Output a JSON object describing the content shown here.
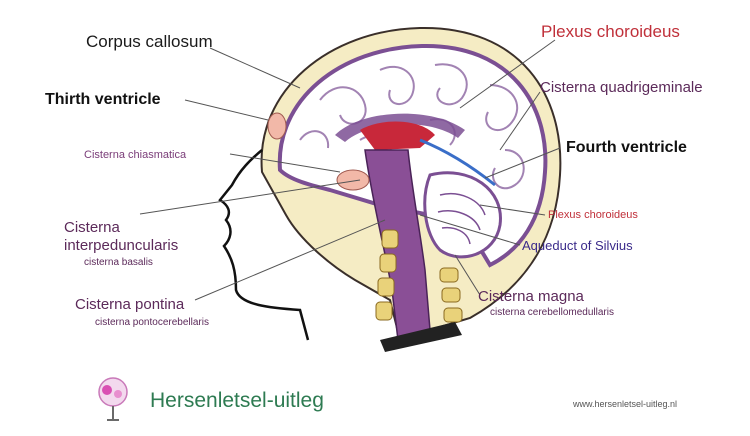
{
  "labels": {
    "corpus_callosum": "Corpus callosum",
    "plexus_choroideus_top": "Plexus choroideus",
    "thirth_ventricle": "Thirth ventricle",
    "cisterna_quadrigeminale": "Cisterna quadrigeminale",
    "cisterna_chiasmatica": "Cisterna chiasmatica",
    "fourth_ventricle": "Fourth ventricle",
    "cisterna_interpeduncularis_1": "Cisterna",
    "cisterna_interpeduncularis_2": "interpeduncularis",
    "cisterna_basalis": "cisterna basalis",
    "plexus_choroideus_bottom": "Plexus choroideus",
    "aqueduct_of_silvius": "Aqueduct of Silvius",
    "cisterna_pontina": "Cisterna pontina",
    "cisterna_pontocerebellaris": "cisterna pontocerebellaris",
    "cisterna_magna": "Cisterna magna",
    "cisterna_cerebellomedullaris": "cisterna cerebellomedullaris"
  },
  "footer": {
    "brand": "Hersenletsel-uitleg",
    "url": "www.hersenletsel-uitleg.nl"
  },
  "colors": {
    "label_red": "#c0303a",
    "label_purple": "#5c2a5a",
    "brand_green": "#2e7b52",
    "brain_purple": "#7b4f93",
    "csf_yellow": "#f3e6a6"
  }
}
